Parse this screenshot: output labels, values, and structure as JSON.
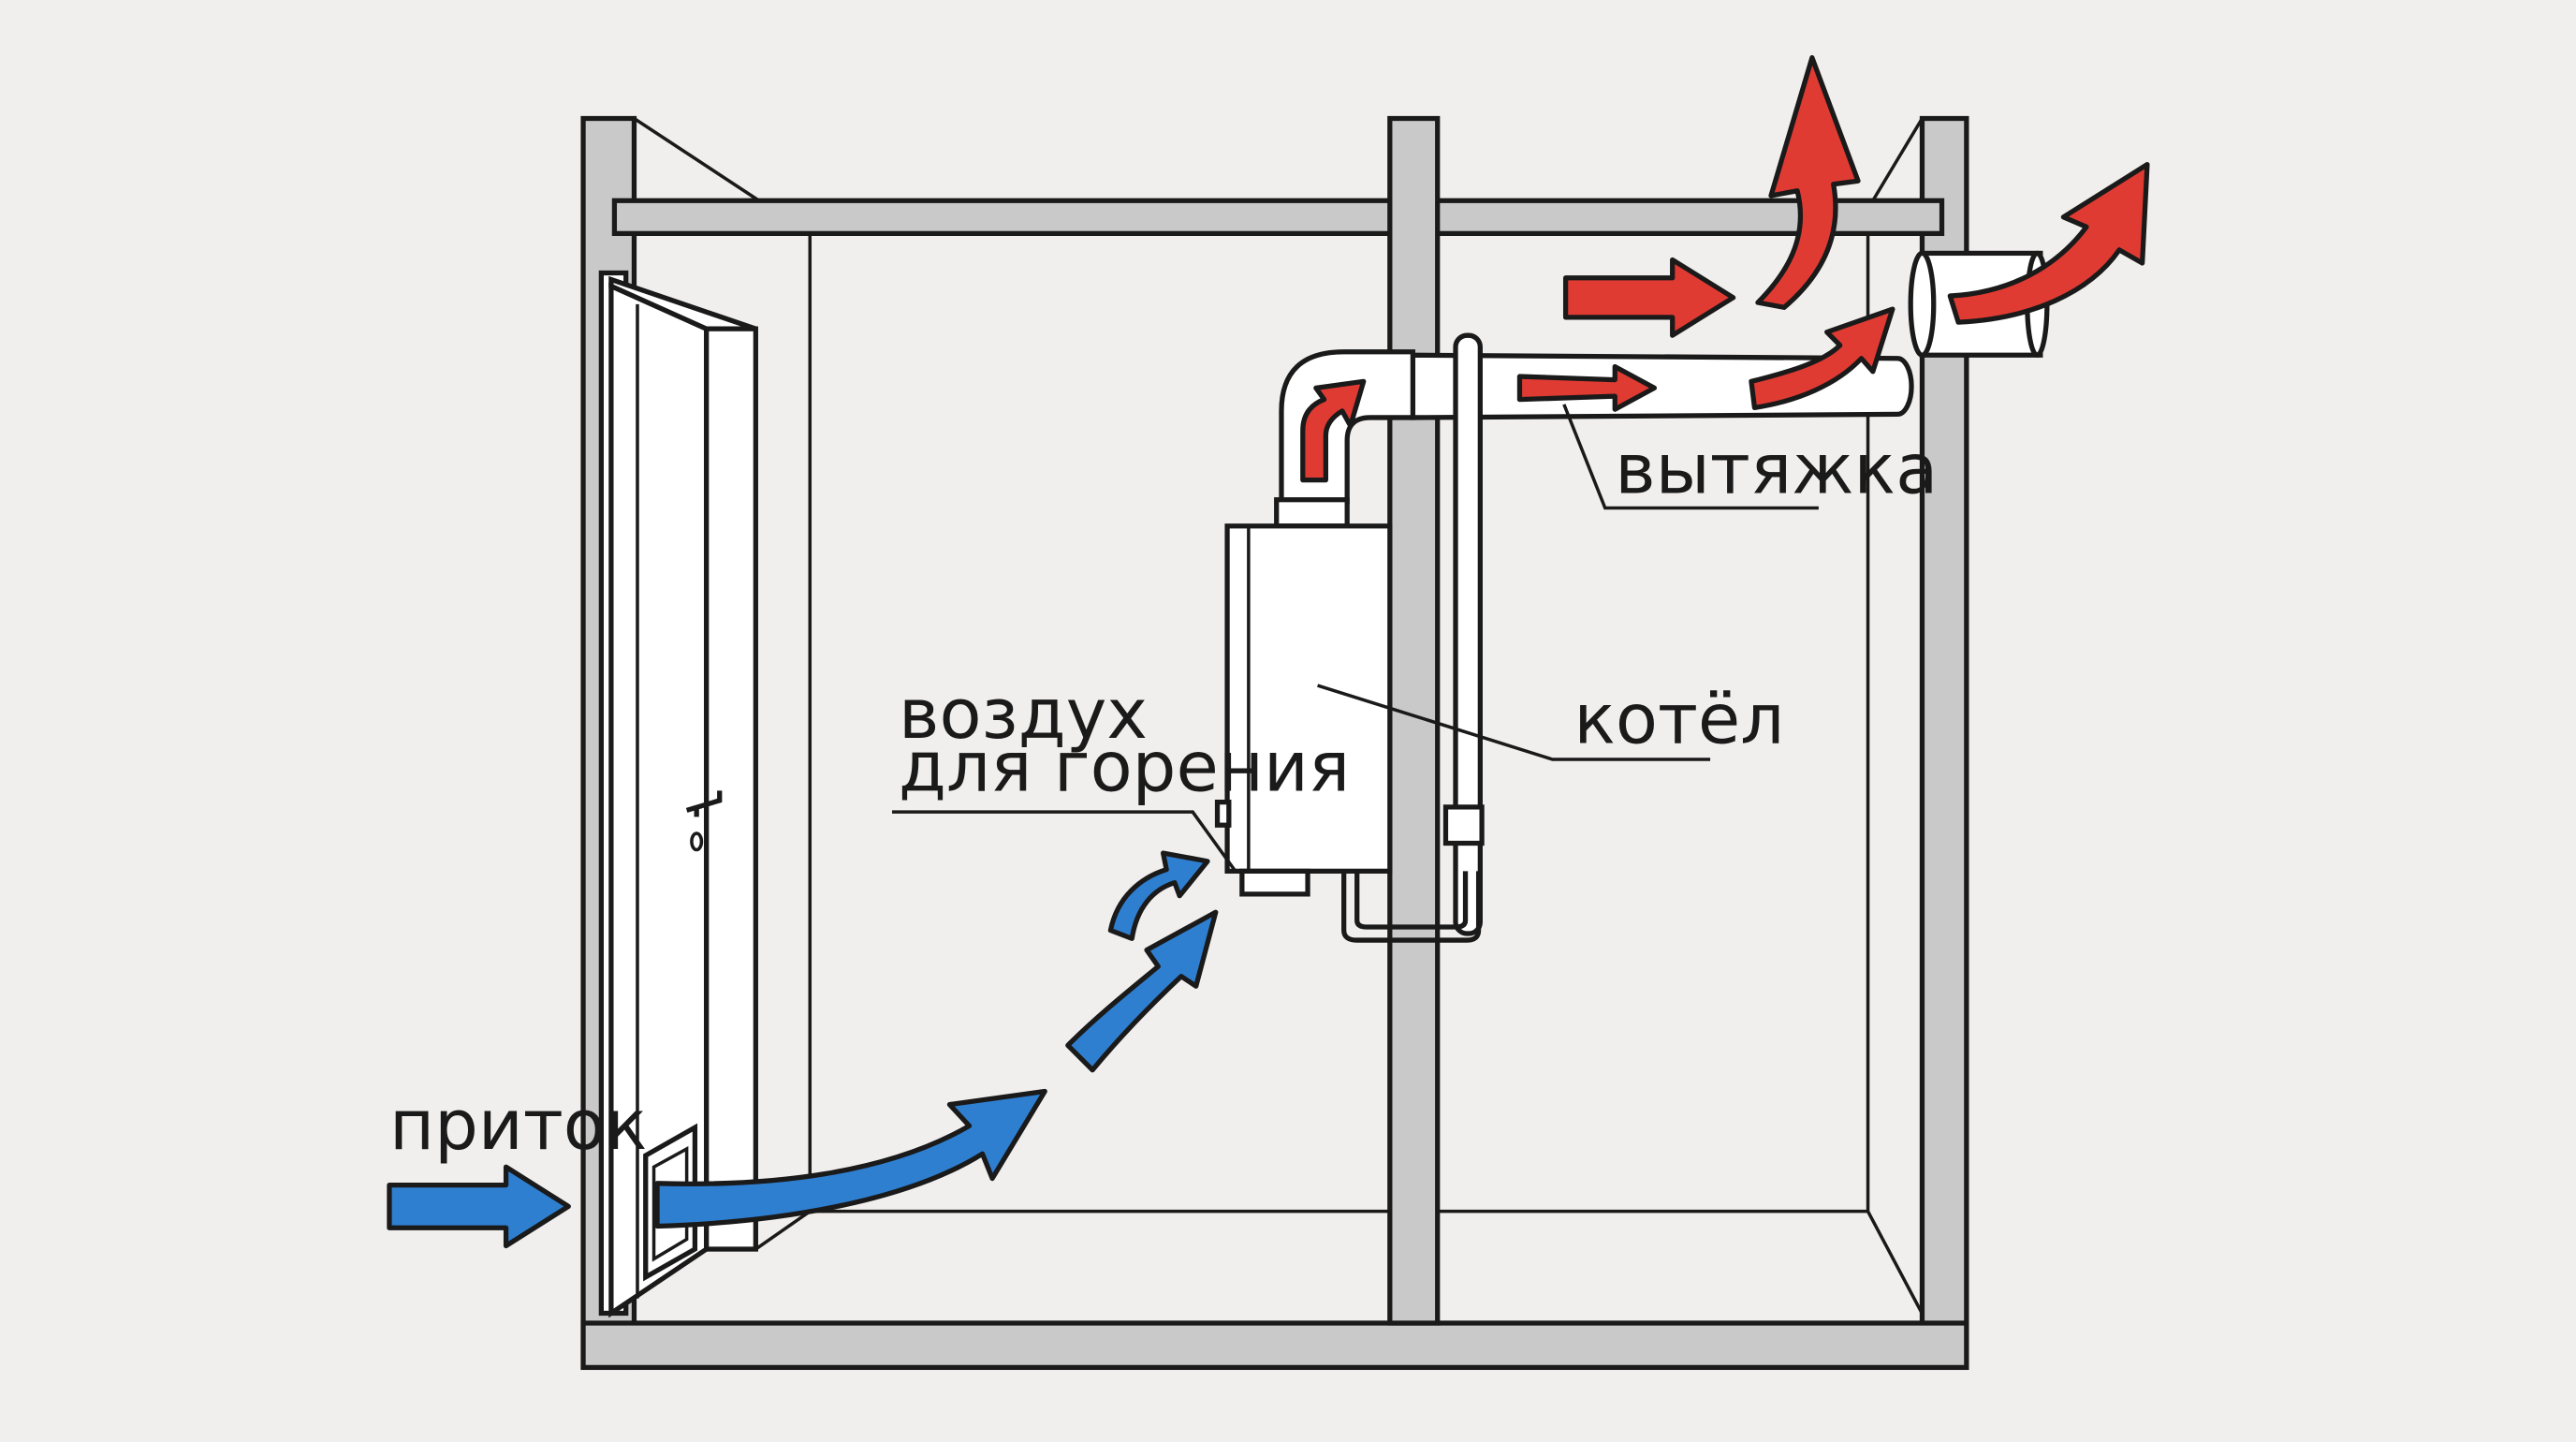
{
  "labels": {
    "intake": "приток",
    "combustion_air_line1": "воздух",
    "combustion_air_line2": "для горения",
    "boiler": "котёл",
    "exhaust": "вытяжка"
  },
  "colors": {
    "background": "#f1efee",
    "wall_fill": "#c9c9c9",
    "outline": "#1a1a1a",
    "supply_air_arrow": "#2f7fd0",
    "exhaust_air_arrow": "#e03b33"
  }
}
